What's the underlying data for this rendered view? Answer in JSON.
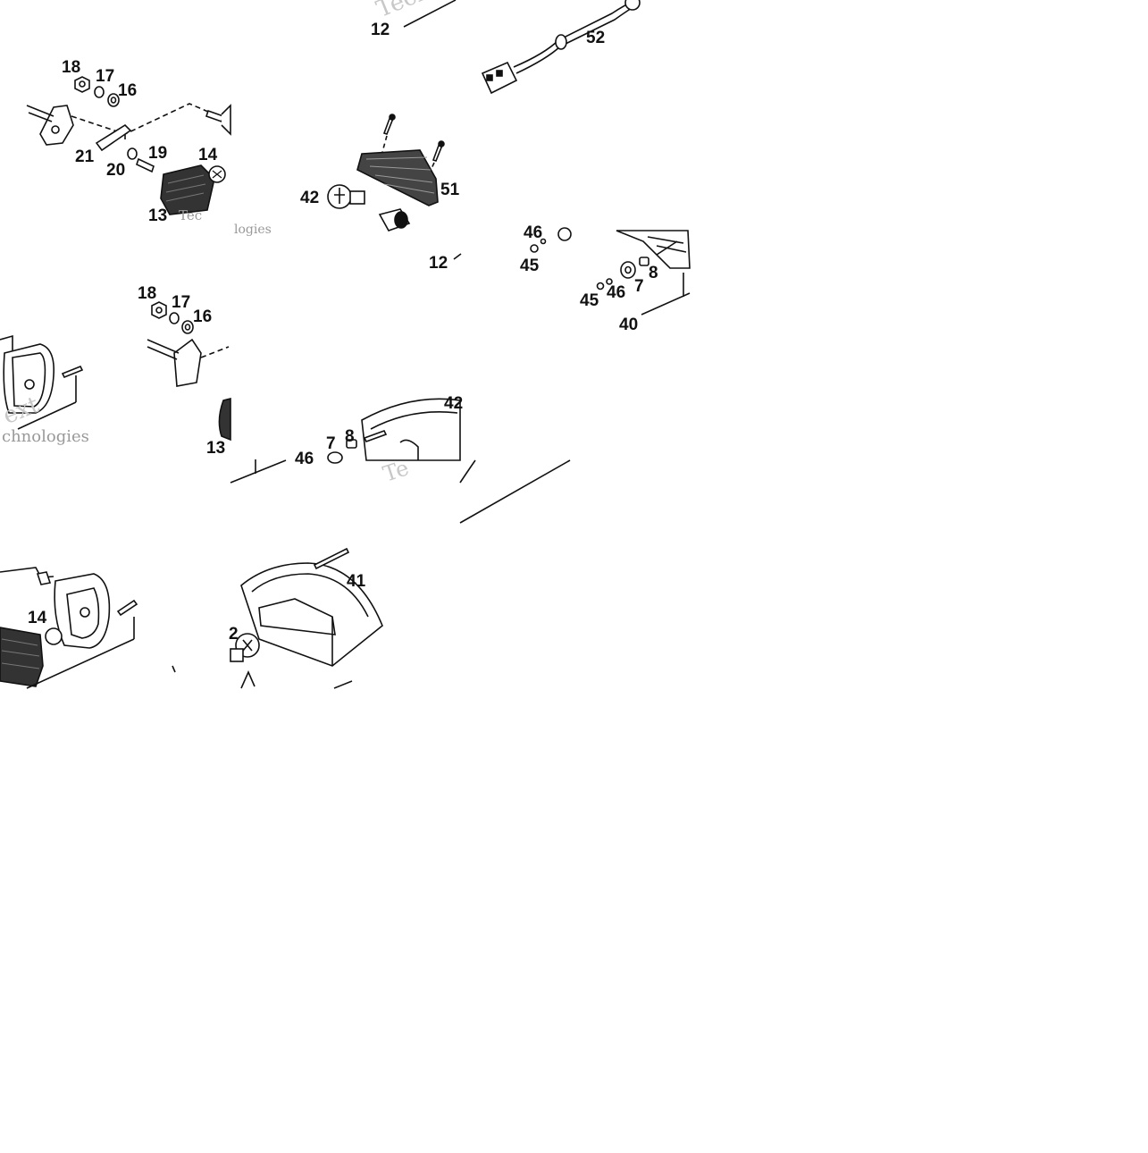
{
  "diagram": {
    "type": "exploded-parts-diagram",
    "line_color": "#111111",
    "background": "#ffffff",
    "watermark_color": "#c8c8c8",
    "watermark_fragments": [
      "Techno",
      "ext",
      "chnologies",
      "Te",
      "Tec",
      "logies"
    ],
    "panels": [
      {
        "name": "panel-top-left",
        "callouts": [
          "18",
          "17",
          "16",
          "21",
          "20",
          "19",
          "14",
          "13"
        ]
      },
      {
        "name": "panel-top-center",
        "callouts": [
          "12",
          "42",
          "51"
        ]
      },
      {
        "name": "panel-top-right",
        "callouts": [
          "52",
          "46",
          "45",
          "12",
          "45",
          "46",
          "7",
          "8",
          "40"
        ]
      },
      {
        "name": "panel-middle-left",
        "callouts": [
          "18",
          "17",
          "16",
          "13"
        ]
      },
      {
        "name": "panel-middle-center",
        "callouts": [
          "42",
          "7",
          "8",
          "46"
        ]
      },
      {
        "name": "panel-bottom-left",
        "callouts": [
          "14"
        ]
      },
      {
        "name": "panel-bottom-center",
        "callouts": [
          "41",
          "2"
        ]
      }
    ],
    "icons": [
      "bolt-icon",
      "nut-icon",
      "washer-icon",
      "bulb-icon",
      "lamp-housing-icon",
      "lens-icon",
      "bracket-icon",
      "connector-icon",
      "bulb-socket-icon"
    ]
  }
}
